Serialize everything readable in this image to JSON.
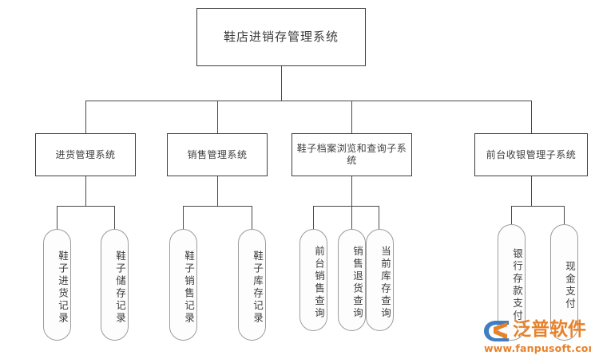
{
  "diagram": {
    "title": "鞋店进销存管理系统",
    "type": "organization-chart",
    "root": {
      "label": "鞋店进销存管理系统"
    },
    "level2": [
      {
        "label": "进货管理系统"
      },
      {
        "label": "销售管理系统"
      },
      {
        "label": "鞋子档案浏览和查询子系统"
      },
      {
        "label": "前台收银管理子系统"
      }
    ],
    "leaves": {
      "group1": [
        {
          "label": "鞋子进货记录"
        },
        {
          "label": "鞋子储存记录"
        }
      ],
      "group2": [
        {
          "label": "鞋子销售记录"
        },
        {
          "label": "鞋子库存记录"
        }
      ],
      "group3": [
        {
          "label": "前台销售查询"
        },
        {
          "label": "销售退货查询"
        },
        {
          "label": "当前库存查询"
        }
      ],
      "group4": [
        {
          "label": "银行存款支付"
        },
        {
          "label": "现金支付"
        }
      ]
    }
  },
  "watermark": {
    "brand": "泛普软件",
    "url": "www.fanpusoft.com",
    "brand_color": "#e8822a",
    "mark_blue": "#3f7fc1",
    "mark_orange": "#e8822a"
  },
  "colors": {
    "background": "#ffffff",
    "line": "#4a4a4a",
    "rect_border": "#3f3f3f",
    "pill_border": "#9c9c9c",
    "text": "#3d3d3d"
  }
}
